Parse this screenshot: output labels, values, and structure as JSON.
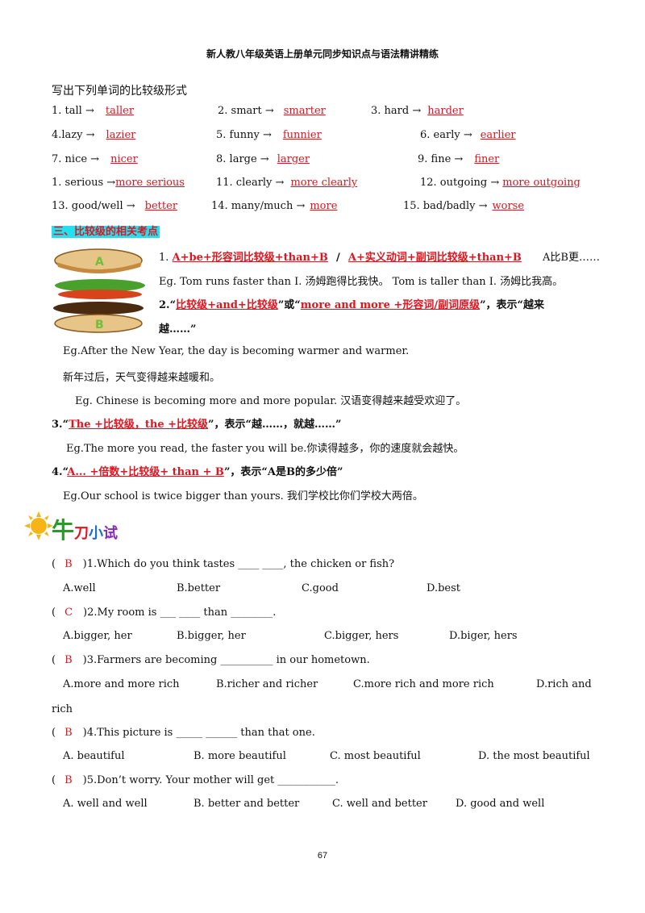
{
  "header": "新人教八年级英语上册单元同步知识点与语法精讲精练",
  "exercise_title": "写出下列单词的比较级形式",
  "words": [
    {
      "q": "1. tall →",
      "a": "taller"
    },
    {
      "q": "2. smart →",
      "a": "smarter"
    },
    {
      "q": "3. hard →",
      "a": "harder"
    },
    {
      "q": "4.lazy →",
      "a": "lazier"
    },
    {
      "q": "5. funny →",
      "a": "funnier"
    },
    {
      "q": "6. early →",
      "a": "earlier"
    },
    {
      "q": "7. nice →",
      "a": "nicer"
    },
    {
      "q": "8. large →",
      "a": "larger"
    },
    {
      "q": "9. fine →",
      "a": "finer"
    },
    {
      "q": "1. serious →",
      "a": "more serious"
    },
    {
      "q": "11. clearly →",
      "a": "more clearly"
    },
    {
      "q": "12. outgoing →",
      "a": "more outgoing"
    },
    {
      "q": "13. good/well →",
      "a": "better"
    },
    {
      "q": "14. many/much →",
      "a": "more"
    },
    {
      "q": "15. bad/badly →",
      "a": "worse"
    }
  ],
  "section3_title": "三、比较级的相关考点",
  "point1": {
    "num": "1.",
    "f1": "A+be+形容词比较级+than+B",
    "sep": "/",
    "f2": "A+实义动词+副词比较级+than+B",
    "meaning": "A比B更……",
    "eg": "Eg.  Tom  runs  faster  than  I.  汤姆跑得比我快。   Tom  is  taller  than  I.  汤姆比我高。"
  },
  "point2": {
    "pre": "2.“",
    "f1": "比较级+and+比较级",
    "mid": "”或“",
    "f2": "more  and  more  +形容词/副词原级",
    "post": "”，表示“越来",
    "post2": "越……”",
    "eg1": "Eg.After  the  New  Year,  the  day  is  becoming  warmer  and  warmer.",
    "eg1_cn": "新年过后，天气变得越来越暖和。",
    "eg2": "Eg.  Chinese is becoming more and more popular. 汉语变得越来越受欢迎了。"
  },
  "point3": {
    "pre": "3.“",
    "f": "The  +比较级，the  +比较级",
    "post": "”，表示“越……，就越……”",
    "eg": "Eg.The more you read, the faster you will be.你读得越多，你的速度就会越快。"
  },
  "point4": {
    "pre": "4.“",
    "f": "A...  +倍数+比较级+  than  +  B",
    "post": "”，表示“A是B的多少倍”",
    "eg": "Eg.Our  school  is  twice  bigger  than  yours.  我们学校比你们学校大两倍。"
  },
  "niudao": {
    "c1": "牛",
    "c2": "刀",
    "c3": "小",
    "c4": "试"
  },
  "burger_labels": [
    "A",
    "B"
  ],
  "questions": [
    {
      "ans": "B",
      "stem": ")1.Which do you think tastes ____ ____, the chicken or fish?",
      "opts": [
        "A.well",
        "B.better",
        "C.good",
        "D.best"
      ]
    },
    {
      "ans": "C",
      "stem": ")2.My  room  is  ___ ____  than  ________.",
      "opts": [
        "A.bigger,  her",
        "B.bigger,  her",
        "C.bigger,  hers",
        "D.biger,  hers"
      ]
    },
    {
      "ans": "B",
      "stem": ")3.Farmers  are  becoming   __________  in  our  hometown.",
      "opts": [
        "A.more  and  more  rich",
        "B.richer  and  richer",
        "C.more  rich  and  more  rich",
        "D.rich    and"
      ],
      "wrap": "rich"
    },
    {
      "ans": "B",
      "stem": ")4.This picture is _____ ______ than that one.",
      "opts": [
        "A. beautiful",
        "B. more beautiful",
        "C. most beautiful",
        "D. the most beautiful"
      ]
    },
    {
      "ans": "B",
      "stem": ")5.Don’t worry. Your mother will get   ___________.",
      "opts": [
        "A. well and well",
        "B. better and better",
        "C. well and better",
        "D. good and well"
      ]
    }
  ],
  "paren_open": "(",
  "page_number": "67",
  "colors": {
    "red": "#e0141e",
    "cyan": "#23e0f0",
    "sun": "#f7b416",
    "title_green": "#2a9a2a"
  }
}
